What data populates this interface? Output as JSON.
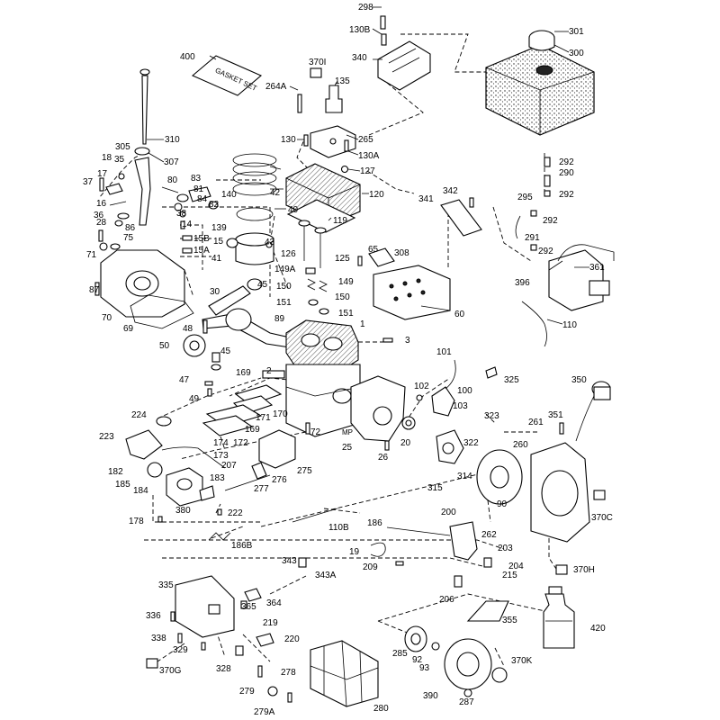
{
  "labels": [
    {
      "id": "298",
      "text": "298"
    },
    {
      "id": "130B",
      "text": "130B"
    },
    {
      "id": "340",
      "text": "340"
    },
    {
      "id": "301",
      "text": "301"
    },
    {
      "id": "300",
      "text": "300"
    },
    {
      "id": "400",
      "text": "400"
    },
    {
      "id": "370I",
      "text": "370I"
    },
    {
      "id": "264A",
      "text": "264A"
    },
    {
      "id": "135",
      "text": "135"
    },
    {
      "id": "310",
      "text": "310"
    },
    {
      "id": "265",
      "text": "265"
    },
    {
      "id": "130",
      "text": "130"
    },
    {
      "id": "130A",
      "text": "130A"
    },
    {
      "id": "305",
      "text": "305"
    },
    {
      "id": "307",
      "text": "307"
    },
    {
      "id": "127",
      "text": "127"
    },
    {
      "id": "292a",
      "text": "292"
    },
    {
      "id": "290",
      "text": "290"
    },
    {
      "id": "18",
      "text": "18"
    },
    {
      "id": "35",
      "text": "35"
    },
    {
      "id": "17",
      "text": "17"
    },
    {
      "id": "37",
      "text": "37"
    },
    {
      "id": "16",
      "text": "16"
    },
    {
      "id": "80",
      "text": "80"
    },
    {
      "id": "83",
      "text": "83"
    },
    {
      "id": "81",
      "text": "81"
    },
    {
      "id": "84",
      "text": "84"
    },
    {
      "id": "140",
      "text": "140"
    },
    {
      "id": "82",
      "text": "82"
    },
    {
      "id": "42",
      "text": "42"
    },
    {
      "id": "120",
      "text": "120"
    },
    {
      "id": "295",
      "text": "295"
    },
    {
      "id": "292b",
      "text": "292"
    },
    {
      "id": "342",
      "text": "342"
    },
    {
      "id": "341",
      "text": "341"
    },
    {
      "id": "36",
      "text": "36"
    },
    {
      "id": "38",
      "text": "38"
    },
    {
      "id": "28",
      "text": "28"
    },
    {
      "id": "14",
      "text": "14"
    },
    {
      "id": "139",
      "text": "139"
    },
    {
      "id": "40",
      "text": "40"
    },
    {
      "id": "119",
      "text": "119"
    },
    {
      "id": "292c",
      "text": "292"
    },
    {
      "id": "86",
      "text": "86"
    },
    {
      "id": "15B",
      "text": "15B"
    },
    {
      "id": "15",
      "text": "15"
    },
    {
      "id": "291",
      "text": "291"
    },
    {
      "id": "75",
      "text": "75"
    },
    {
      "id": "15A",
      "text": "15A"
    },
    {
      "id": "292d",
      "text": "292"
    },
    {
      "id": "71",
      "text": "71"
    },
    {
      "id": "41",
      "text": "41"
    },
    {
      "id": "43",
      "text": "43"
    },
    {
      "id": "126",
      "text": "126"
    },
    {
      "id": "65",
      "text": "65"
    },
    {
      "id": "308",
      "text": "308"
    },
    {
      "id": "125",
      "text": "125"
    },
    {
      "id": "361",
      "text": "361"
    },
    {
      "id": "149A",
      "text": "149A"
    },
    {
      "id": "396",
      "text": "396"
    },
    {
      "id": "45a",
      "text": "45"
    },
    {
      "id": "150a",
      "text": "150"
    },
    {
      "id": "149",
      "text": "149"
    },
    {
      "id": "87",
      "text": "87"
    },
    {
      "id": "30",
      "text": "30"
    },
    {
      "id": "150b",
      "text": "150"
    },
    {
      "id": "70",
      "text": "70"
    },
    {
      "id": "151a",
      "text": "151"
    },
    {
      "id": "60",
      "text": "60"
    },
    {
      "id": "69",
      "text": "69"
    },
    {
      "id": "151b",
      "text": "151"
    },
    {
      "id": "110",
      "text": "110"
    },
    {
      "id": "89",
      "text": "89"
    },
    {
      "id": "48",
      "text": "48"
    },
    {
      "id": "1",
      "text": "1"
    },
    {
      "id": "3",
      "text": "3"
    },
    {
      "id": "50",
      "text": "50"
    },
    {
      "id": "45b",
      "text": "45"
    },
    {
      "id": "101",
      "text": "101"
    },
    {
      "id": "169a",
      "text": "169"
    },
    {
      "id": "2",
      "text": "2"
    },
    {
      "id": "325",
      "text": "325"
    },
    {
      "id": "350",
      "text": "350"
    },
    {
      "id": "47",
      "text": "47"
    },
    {
      "id": "102",
      "text": "102"
    },
    {
      "id": "100",
      "text": "100"
    },
    {
      "id": "49",
      "text": "49"
    },
    {
      "id": "103",
      "text": "103"
    },
    {
      "id": "351",
      "text": "351"
    },
    {
      "id": "224",
      "text": "224"
    },
    {
      "id": "169b",
      "text": "169"
    },
    {
      "id": "171",
      "text": "171"
    },
    {
      "id": "170",
      "text": "170"
    },
    {
      "id": "323",
      "text": "323"
    },
    {
      "id": "261",
      "text": "261"
    },
    {
      "id": "20",
      "text": "20"
    },
    {
      "id": "72",
      "text": "72"
    },
    {
      "id": "223",
      "text": "223"
    },
    {
      "id": "174",
      "text": "174"
    },
    {
      "id": "172",
      "text": "172"
    },
    {
      "id": "25",
      "text": "25"
    },
    {
      "id": "322",
      "text": "322"
    },
    {
      "id": "260",
      "text": "260"
    },
    {
      "id": "173",
      "text": "173"
    },
    {
      "id": "26",
      "text": "26"
    },
    {
      "id": "182",
      "text": "182"
    },
    {
      "id": "207",
      "text": "207"
    },
    {
      "id": "275",
      "text": "275"
    },
    {
      "id": "314",
      "text": "314"
    },
    {
      "id": "315",
      "text": "315"
    },
    {
      "id": "185",
      "text": "185"
    },
    {
      "id": "276",
      "text": "276"
    },
    {
      "id": "183",
      "text": "183"
    },
    {
      "id": "184",
      "text": "184"
    },
    {
      "id": "277",
      "text": "277"
    },
    {
      "id": "90",
      "text": "90"
    },
    {
      "id": "380",
      "text": "380"
    },
    {
      "id": "222",
      "text": "222"
    },
    {
      "id": "370C",
      "text": "370C"
    },
    {
      "id": "178",
      "text": "178"
    },
    {
      "id": "200",
      "text": "200"
    },
    {
      "id": "186a",
      "text": "186"
    },
    {
      "id": "110B",
      "text": "110B"
    },
    {
      "id": "262",
      "text": "262"
    },
    {
      "id": "203",
      "text": "203"
    },
    {
      "id": "186B",
      "text": "186B"
    },
    {
      "id": "19",
      "text": "19"
    },
    {
      "id": "204",
      "text": "204"
    },
    {
      "id": "209",
      "text": "209"
    },
    {
      "id": "215",
      "text": "215"
    },
    {
      "id": "343",
      "text": "343"
    },
    {
      "id": "343A",
      "text": "343A"
    },
    {
      "id": "370H",
      "text": "370H"
    },
    {
      "id": "335",
      "text": "335"
    },
    {
      "id": "364",
      "text": "364"
    },
    {
      "id": "206",
      "text": "206"
    },
    {
      "id": "365",
      "text": "365"
    },
    {
      "id": "336",
      "text": "336"
    },
    {
      "id": "355",
      "text": "355"
    },
    {
      "id": "420",
      "text": "420"
    },
    {
      "id": "219",
      "text": "219"
    },
    {
      "id": "338",
      "text": "338"
    },
    {
      "id": "220",
      "text": "220"
    },
    {
      "id": "285",
      "text": "285"
    },
    {
      "id": "92",
      "text": "92"
    },
    {
      "id": "329",
      "text": "329"
    },
    {
      "id": "93",
      "text": "93"
    },
    {
      "id": "328",
      "text": "328"
    },
    {
      "id": "370G",
      "text": "370G"
    },
    {
      "id": "370K",
      "text": "370K"
    },
    {
      "id": "278",
      "text": "278"
    },
    {
      "id": "279",
      "text": "279"
    },
    {
      "id": "390",
      "text": "390"
    },
    {
      "id": "287",
      "text": "287"
    },
    {
      "id": "280",
      "text": "280"
    },
    {
      "id": "279A",
      "text": "279A"
    }
  ],
  "gasket_box_label": "GASKET SET",
  "crankcase_mark": "MP"
}
